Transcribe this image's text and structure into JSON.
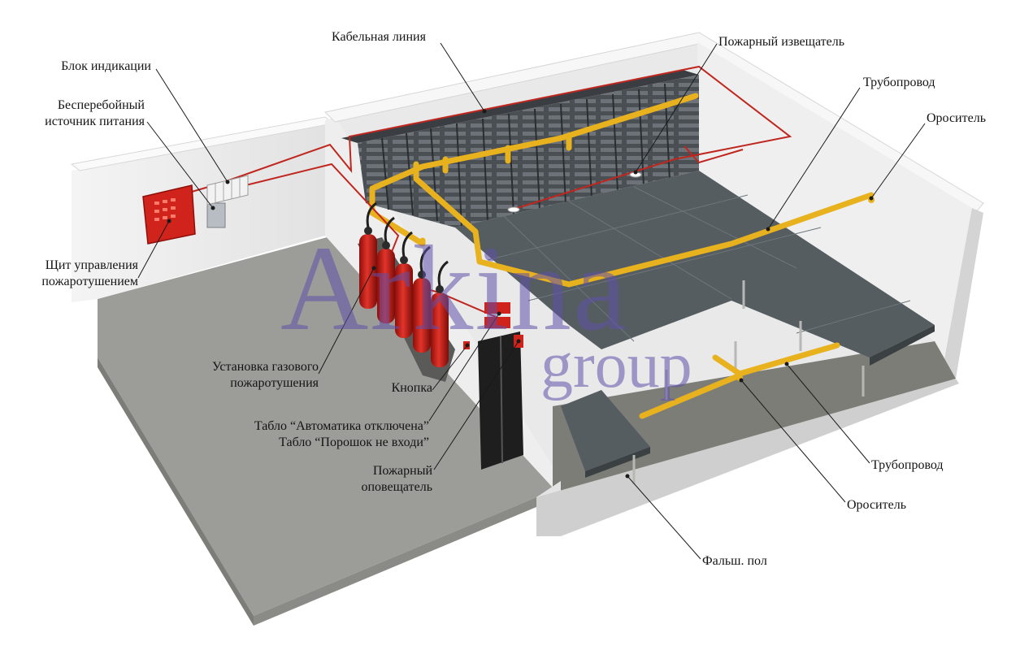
{
  "watermark": {
    "brand": "Arkina",
    "sub": "group",
    "color": "#5f50aa"
  },
  "colors": {
    "pipe": "#e8b11e",
    "cable": "#c0261e",
    "equipment_red": "#d0231b",
    "floor": "#555d61",
    "concrete": "#9c9c98"
  },
  "labels": {
    "cable_line": "Кабельная линия",
    "indication_block": "Блок индикации",
    "ups_line1": "Бесперебойный",
    "ups_line2": "источник питания",
    "control_panel_line1": "Щит управления",
    "control_panel_line2": "пожаротушением",
    "gas_installation_line1": "Установка газового",
    "gas_installation_line2": "пожаротушения",
    "button": "Кнопка",
    "sign_line1": "Табло “Автоматика отключена”",
    "sign_line2": "Табло “Порошок не входи”",
    "alarm_line1": "Пожарный",
    "alarm_line2": "оповещатель",
    "fire_detector": "Пожарный извещатель",
    "pipeline_top": "Трубопровод",
    "sprinkler_top": "Ороситель",
    "pipeline_bottom": "Трубопровод",
    "sprinkler_bottom": "Ороситель",
    "false_floor": "Фальш. пол"
  }
}
